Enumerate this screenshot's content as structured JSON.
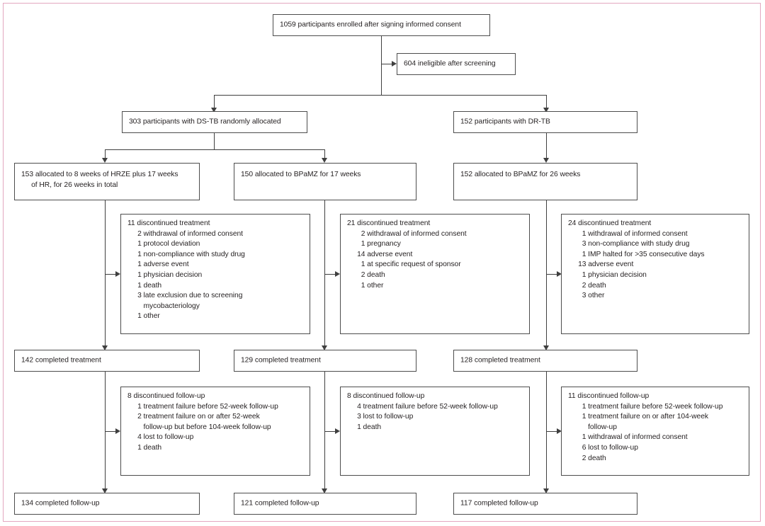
{
  "figure": {
    "type": "consort-flow-diagram",
    "frame_color": "#e3a7c0",
    "box_border_color": "#4d4d4d",
    "line_color": "#3f3f3f",
    "text_color": "#231f20"
  },
  "nodes": {
    "enrolled": "1059 participants enrolled after signing informed consent",
    "ineligible": "604 ineligible after screening",
    "ds_tb": "303 participants with DS-TB randomly allocated",
    "dr_tb": "152 participants with DR-TB",
    "alloc_hrze": "153 allocated to 8 weeks of HRZE plus 17 weeks\n     of HR, for 26 weeks in total",
    "alloc_bpamz17": "150 allocated to BPaMZ for 17 weeks",
    "alloc_bpamz26": "152 allocated to BPaMZ for 26 weeks",
    "disc_tx_hrze": "11 discontinued treatment\n     2 withdrawal of informed consent\n     1 protocol deviation\n     1 non-compliance with study drug\n     1 adverse event\n     1 physician decision\n     1 death\n     3 late exclusion due to screening\n        mycobacteriology\n     1 other",
    "disc_tx_bpamz17": "21 discontinued treatment\n       2 withdrawal of informed consent\n       1 pregnancy\n     14 adverse event\n       1 at specific request of sponsor\n       2 death\n       1 other",
    "disc_tx_bpamz26": "24 discontinued treatment\n       1 withdrawal of informed consent\n       3 non-compliance with study drug\n       1 IMP halted for >35 consecutive days\n     13 adverse event\n       1 physician decision\n       2 death\n       3 other",
    "comp_tx_hrze": "142 completed treatment",
    "comp_tx_bpamz17": "129 completed treatment",
    "comp_tx_bpamz26": "128 completed treatment",
    "disc_fu_hrze": "8 discontinued follow-up\n     1 treatment failure before 52-week follow-up\n     2 treatment failure on or after 52-week\n        follow-up but before 104-week follow-up\n     4 lost to follow-up\n     1 death",
    "disc_fu_bpamz17": "8 discontinued follow-up\n     4 treatment failure before 52-week follow-up\n     3 lost to follow-up\n     1 death",
    "disc_fu_bpamz26": "11 discontinued follow-up\n       1 treatment failure before 52-week follow-up\n       1 treatment failure on or after 104-week\n          follow-up\n       1 withdrawal of informed consent\n       6 lost to follow-up\n       2 death",
    "comp_fu_hrze": "134 completed follow-up",
    "comp_fu_bpamz17": "121 completed follow-up",
    "comp_fu_bpamz26": "117 completed follow-up"
  },
  "counts": {
    "enrolled": 1059,
    "ineligible_after_screening": 604,
    "ds_tb_randomised": 303,
    "dr_tb": 152,
    "allocated_hrze": 153,
    "allocated_bpamz_17": 150,
    "allocated_bpamz_26": 152,
    "discontinued_treatment_hrze": 11,
    "discontinued_treatment_bpamz_17": 21,
    "discontinued_treatment_bpamz_26": 24,
    "completed_treatment_hrze": 142,
    "completed_treatment_bpamz_17": 129,
    "completed_treatment_bpamz_26": 128,
    "discontinued_followup_hrze": 8,
    "discontinued_followup_bpamz_17": 8,
    "discontinued_followup_bpamz_26": 11,
    "completed_followup_hrze": 134,
    "completed_followup_bpamz_17": 121,
    "completed_followup_bpamz_26": 117
  }
}
